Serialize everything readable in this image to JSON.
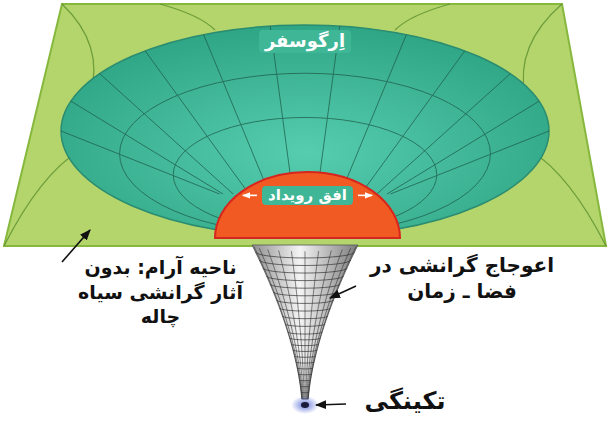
{
  "diagram": {
    "nodes": [
      {
        "text": [
          "اِرگوسفر"
        ]
      },
      {
        "text": [
          "افق رویداد"
        ],
        "in": 0
      }
    ],
    "labels": [
      "ناحیه آرام: بدون آثار گرانشی سیاه چاله",
      "اعوجاج گرانشی در فضا ـ زمان",
      "تکینگی"
    ]
  }
}
